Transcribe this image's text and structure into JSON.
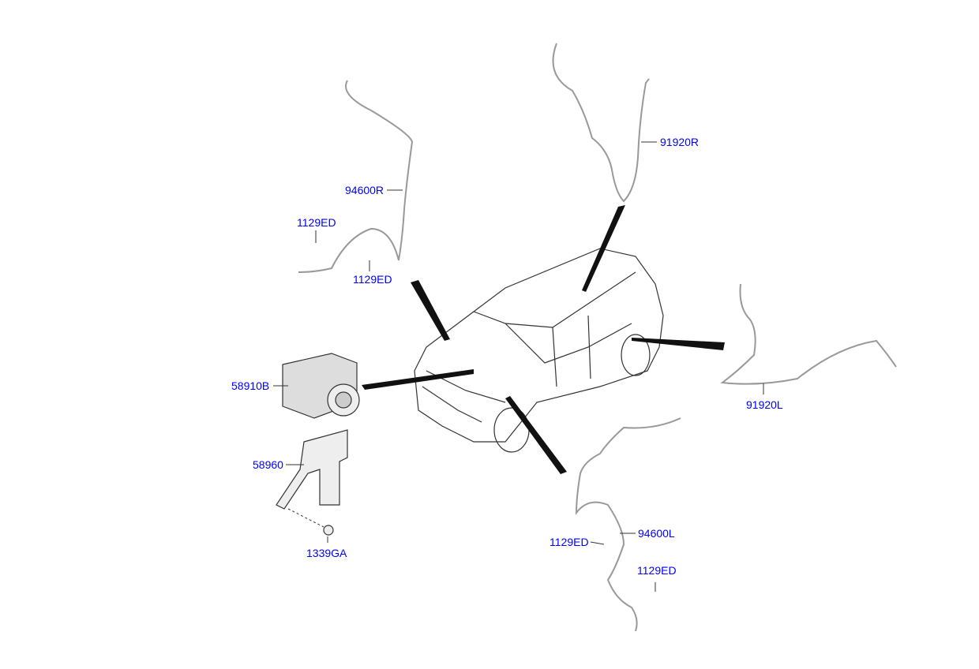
{
  "diagram": {
    "callouts": [
      {
        "id": "94600R",
        "label": "94600R"
      },
      {
        "id": "1129ED_a",
        "label": "1129ED"
      },
      {
        "id": "1129ED_b",
        "label": "1129ED"
      },
      {
        "id": "58910B",
        "label": "58910B"
      },
      {
        "id": "58960",
        "label": "58960"
      },
      {
        "id": "1339GA",
        "label": "1339GA"
      },
      {
        "id": "91920R",
        "label": "91920R"
      },
      {
        "id": "91920L",
        "label": "91920L"
      },
      {
        "id": "1129ED_c",
        "label": "1129ED"
      },
      {
        "id": "94600L",
        "label": "94600L"
      },
      {
        "id": "1129ED_d",
        "label": "1129ED"
      }
    ],
    "colors": {
      "callout": "#0000ff",
      "line": "#333333",
      "wire": "#999999"
    }
  }
}
